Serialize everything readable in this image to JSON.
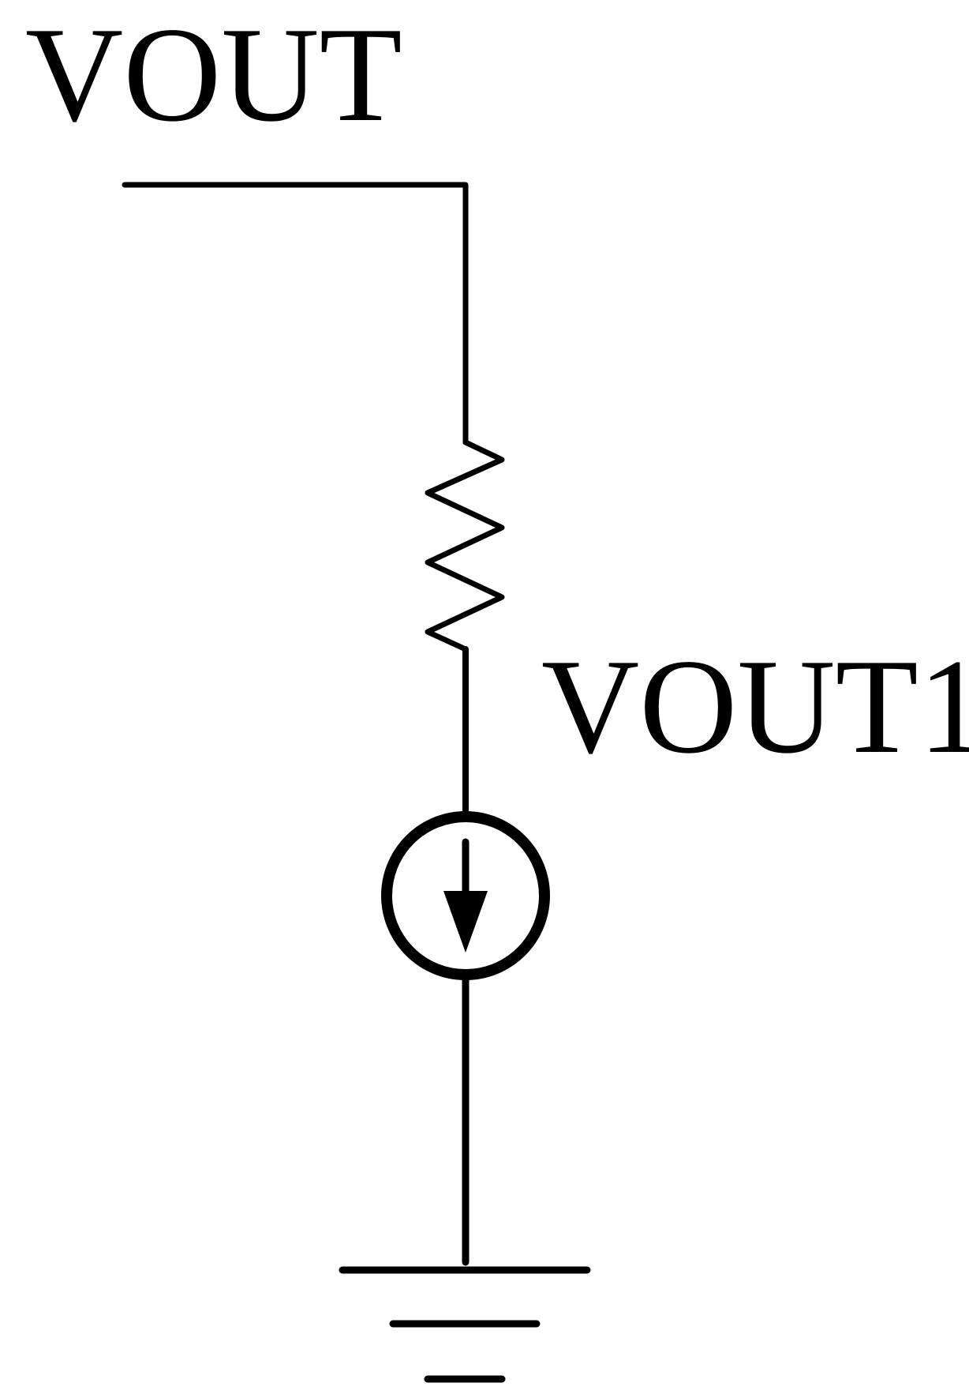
{
  "diagram": {
    "type": "circuit-schematic",
    "labels": {
      "output_node": "VOUT",
      "internal_node": "VOUT1"
    },
    "components": [
      {
        "kind": "resistor",
        "icon": "resistor-zigzag-icon"
      },
      {
        "kind": "current-source",
        "icon": "current-source-arrow-down-icon"
      },
      {
        "kind": "ground",
        "icon": "ground-icon"
      }
    ],
    "colors": {
      "line": "#000000",
      "background": "#ffffff"
    }
  }
}
